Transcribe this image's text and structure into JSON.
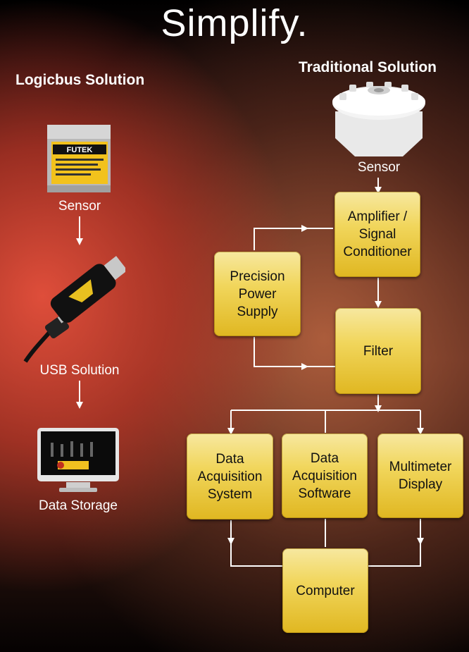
{
  "title": "Simplify.",
  "left": {
    "heading": "Logicbus Solution",
    "sensor_label": "Sensor",
    "sensor_brand": "FUTEK",
    "usb_label": "USB Solution",
    "storage_label": "Data Storage"
  },
  "right": {
    "heading": "Traditional Solution",
    "sensor_label": "Sensor",
    "boxes": {
      "amplifier": "Amplifier /\nSignal\nConditioner",
      "power": "Precision\nPower\nSupply",
      "filter": "Filter",
      "daq_system": "Data\nAcquisition\nSystem",
      "daq_software": "Data\nAcquisition\nSoftware",
      "multimeter": "Multimeter\nDisplay",
      "computer": "Computer"
    }
  },
  "colors": {
    "box_fill": "#f1d65c",
    "line": "#ffffff"
  }
}
